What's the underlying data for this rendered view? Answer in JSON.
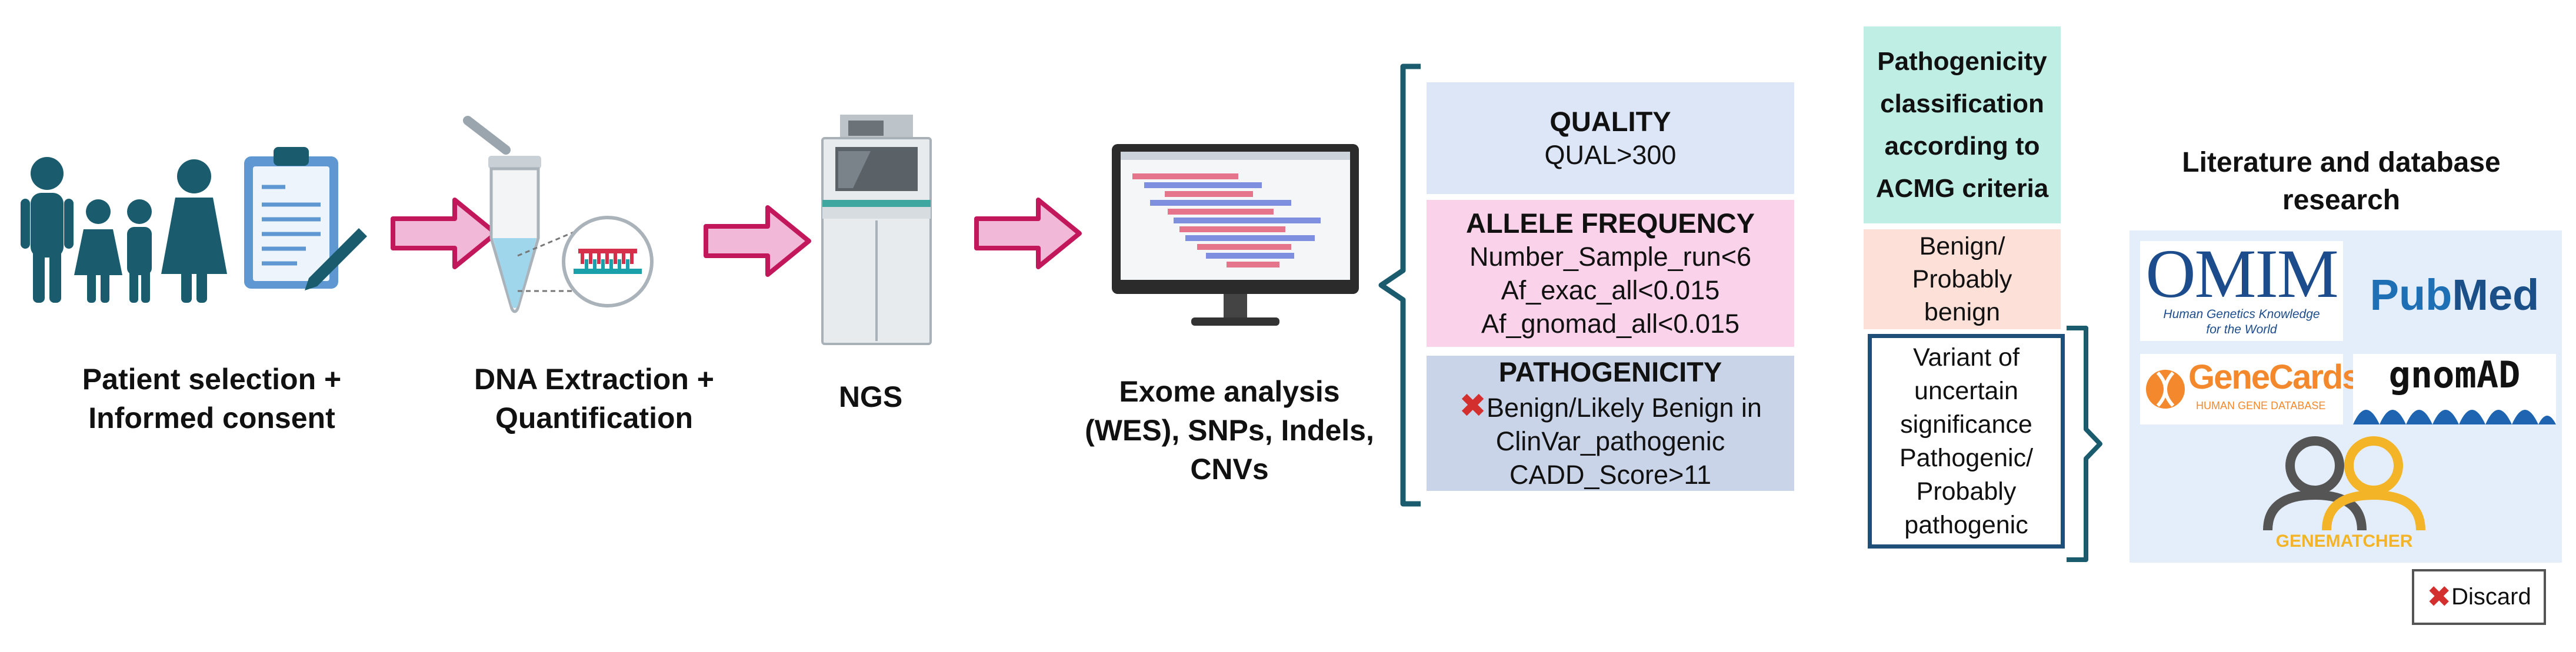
{
  "stages": [
    {
      "label_1": "Patient selection +",
      "label_2": "Informed consent"
    },
    {
      "label_1": "DNA Extraction +",
      "label_2": "Quantification"
    },
    {
      "label_1": "NGS"
    },
    {
      "label_1": "Exome analysis",
      "label_2": "(WES), SNPs, Indels,",
      "label_3": "CNVs"
    }
  ],
  "filters": {
    "quality": {
      "title": "QUALITY",
      "line_1": "QUAL>300"
    },
    "allele_frequency": {
      "title": "ALLELE FREQUENCY",
      "line_1": "Number_Sample_run<6",
      "line_2": "Af_exac_all<0.015",
      "line_3": "Af_gnomad_all<0.015"
    },
    "pathogenicity": {
      "title": "PATHOGENICITY",
      "line_1": "Benign/Likely Benign in",
      "line_2": "ClinVar_pathogenic",
      "line_3": "CADD_Score>11"
    }
  },
  "classification": {
    "header_1": "Pathogenicity",
    "header_2": "classification",
    "header_3": "according to",
    "header_4": "ACMG criteria",
    "benign_1": "Benign/",
    "benign_2": "Probably",
    "benign_3": "benign",
    "vus_1": "Variant of",
    "vus_2": "uncertain",
    "vus_3": "significance",
    "vus_4": "Pathogenic/",
    "vus_5": "Probably",
    "vus_6": "pathogenic"
  },
  "research": {
    "title_1": "Literature and database",
    "title_2": "research",
    "logos": {
      "omim": "OMIM",
      "omim_sub_1": "Human Genetics Knowledge",
      "omim_sub_2": "for the World",
      "pubmed_1": "Pub",
      "pubmed_2": "Med",
      "genecards": "GeneCards",
      "genecards_sub": "HUMAN GENE DATABASE",
      "gnomad": "gnomAD",
      "genematcher": "GENEMATCHER"
    }
  },
  "legend": {
    "discard": "Discard"
  },
  "colors": {
    "arrow_fill": "#f2b8d8",
    "arrow_stroke": "#c2185b",
    "teal": "#1a5c6e",
    "quality_bg": "#dde6f7",
    "allele_bg": "#fad3ea",
    "pathogenicity_bg": "#c9d4e8",
    "acmg_bg": "#bfeee4",
    "benign_bg": "#fde0d8",
    "vus_border": "#1f4e79",
    "research_bg": "#e4eefb"
  }
}
